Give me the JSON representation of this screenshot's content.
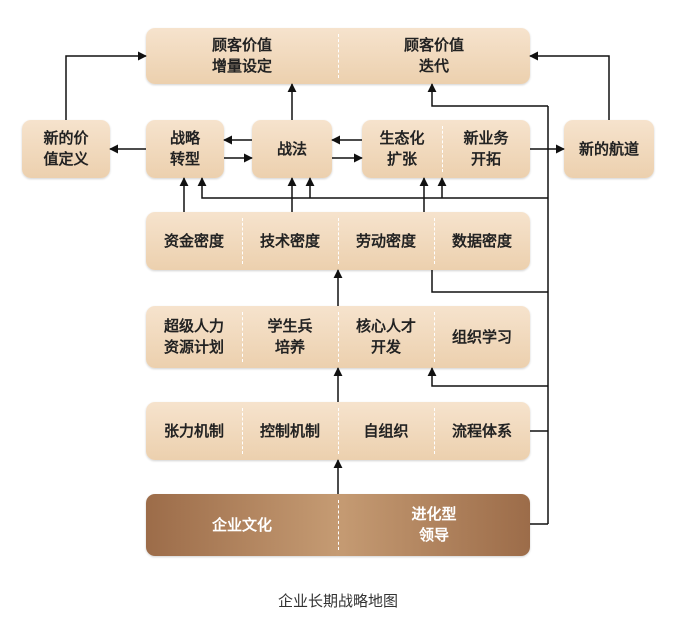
{
  "top_box": {
    "left": "顾客价值\n增量设定",
    "right": "顾客价值\n迭代"
  },
  "row2": {
    "new_value_definition": "新的价\n值定义",
    "strategic_transformation": "战略\n转型",
    "tactics": "战法",
    "ecosystem_expansion": "生态化\n扩张",
    "new_business_development": "新业务\n开拓",
    "new_track": "新的航道"
  },
  "density_row": [
    "资金密度",
    "技术密度",
    "劳动密度",
    "数据密度"
  ],
  "talent_row": [
    "超级人力\n资源计划",
    "学生兵\n培养",
    "核心人才\n开发",
    "组织学习"
  ],
  "mechanism_row": [
    "张力机制",
    "控制机制",
    "自组织",
    "流程体系"
  ],
  "base_row": {
    "left": "企业文化",
    "right": "进化型\n领导"
  },
  "caption": "企业长期战略地图",
  "colors": {
    "box_light": "#f6e3cd",
    "box_mid": "#ecd0ae",
    "base_dark": "#9c6c49",
    "arrow": "#111111"
  }
}
